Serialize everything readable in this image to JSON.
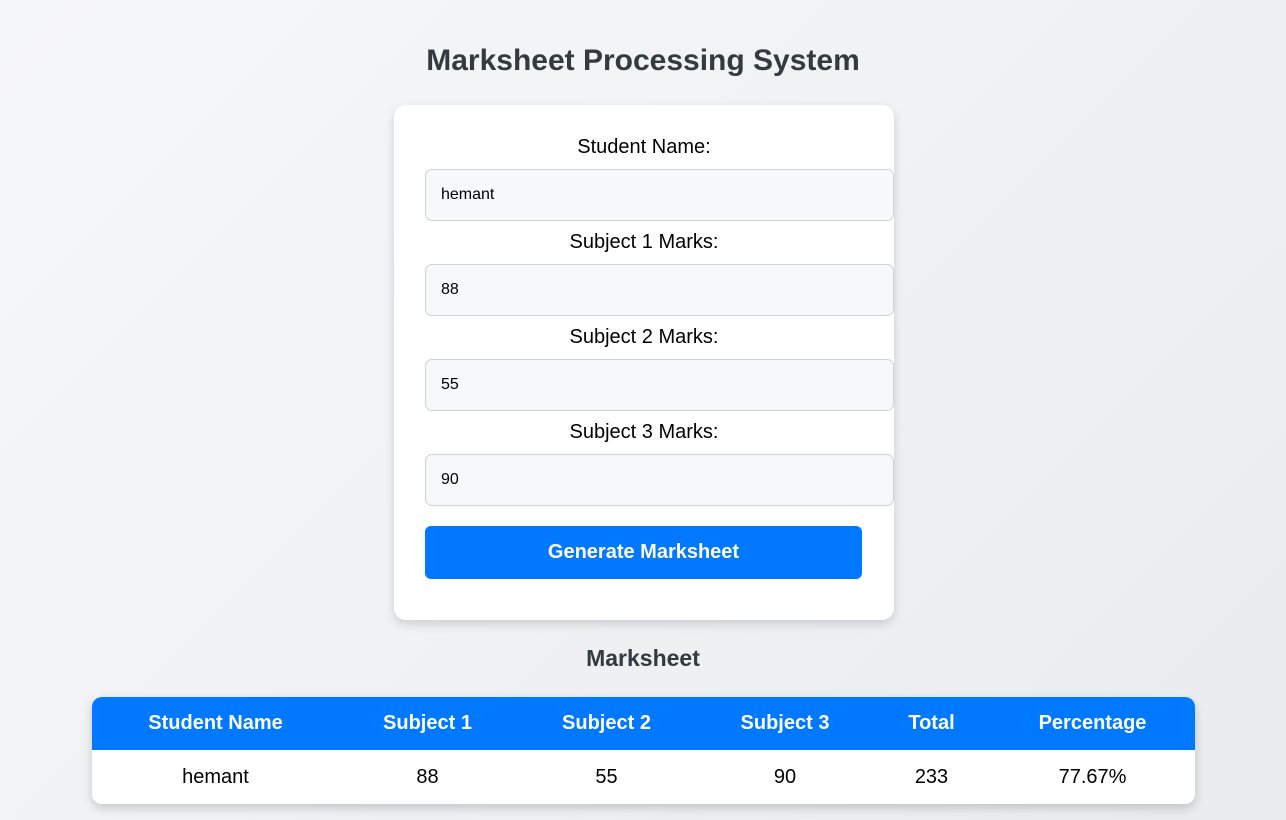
{
  "page": {
    "title": "Marksheet Processing System"
  },
  "form": {
    "fields": [
      {
        "label": "Student Name:",
        "value": "hemant"
      },
      {
        "label": "Subject 1 Marks:",
        "value": "88"
      },
      {
        "label": "Subject 2 Marks:",
        "value": "55"
      },
      {
        "label": "Subject 3 Marks:",
        "value": "90"
      }
    ],
    "submit_label": "Generate Marksheet"
  },
  "marksheet": {
    "title": "Marksheet",
    "headers": [
      "Student Name",
      "Subject 1",
      "Subject 2",
      "Subject 3",
      "Total",
      "Percentage"
    ],
    "rows": [
      [
        "hemant",
        "88",
        "55",
        "90",
        "233",
        "77.67%"
      ]
    ]
  },
  "colors": {
    "accent": "#0078ff",
    "heading": "#333a40",
    "input_bg": "#f7f8f9"
  }
}
